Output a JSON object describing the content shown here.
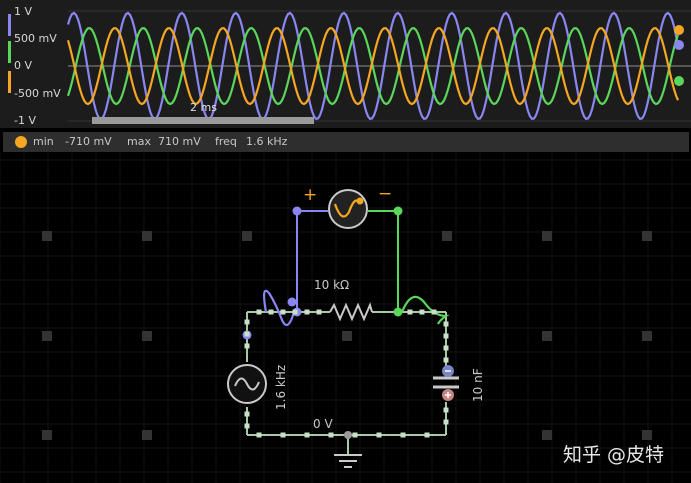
{
  "scope": {
    "y_labels": [
      "1 V",
      "500 mV",
      "0 V",
      "-500 mV",
      "-1 V"
    ],
    "time_label": "2 ms",
    "colors": {
      "blue": "#8a86f0",
      "green": "#5ad65a",
      "orange": "#f5a623"
    }
  },
  "legend": {
    "min_label": "min",
    "min_value": "-710 mV",
    "max_label": "max",
    "max_value": "710 mV",
    "freq_label": "freq",
    "freq_value": "1.6 kHz"
  },
  "circuit": {
    "resistor_label": "10 kΩ",
    "capacitor_label": "10 nF",
    "source_label": "1.6 kHz",
    "ground_label": "0 V",
    "plus": "+",
    "minus": "−"
  },
  "watermark": "知乎 @皮特"
}
